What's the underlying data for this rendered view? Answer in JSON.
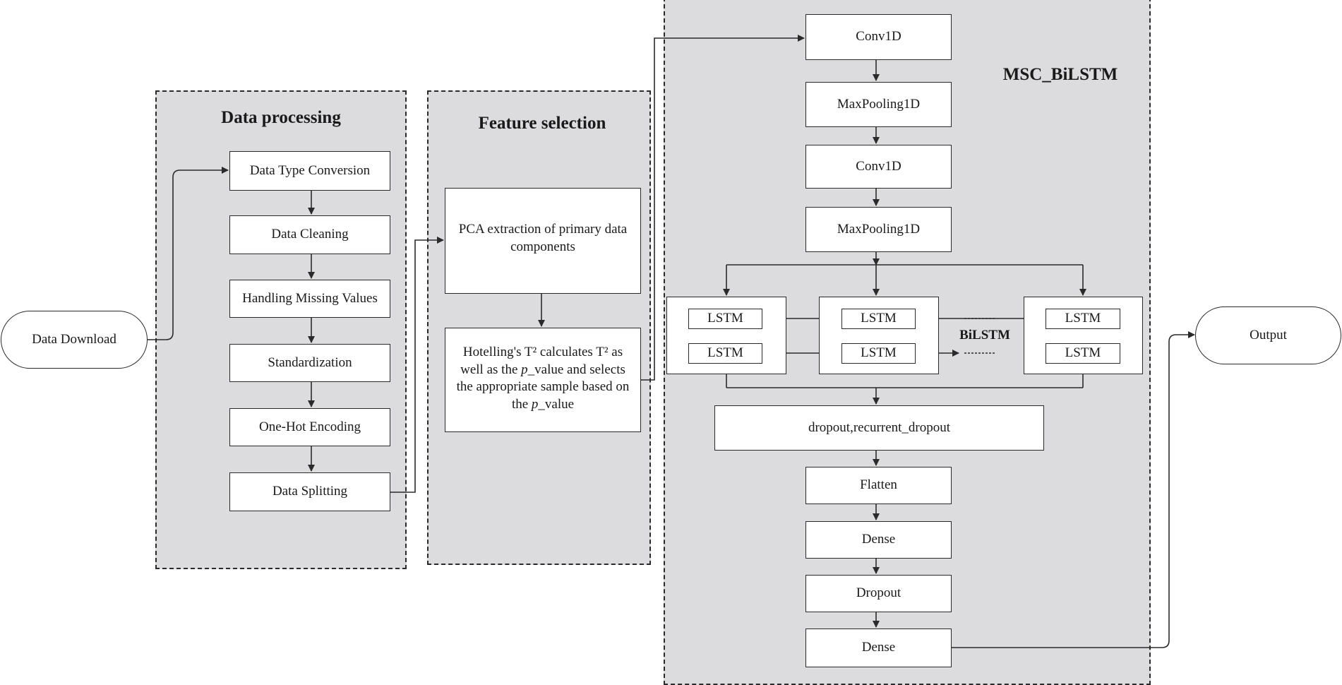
{
  "panels": {
    "data_processing": {
      "title": "Data processing"
    },
    "feature_selection": {
      "title": "Feature selection"
    },
    "msc_bilstm": {
      "title": "MSC_BiLSTM"
    }
  },
  "input": {
    "label": "Data Download"
  },
  "output": {
    "label": "Output"
  },
  "data_processing_steps": [
    "Data Type Conversion",
    "Data Cleaning",
    "Handling Missing Values",
    "Standardization",
    "One-Hot Encoding",
    "Data Splitting"
  ],
  "feature_selection_steps": {
    "pca": "PCA extraction of primary data components",
    "hotelling": {
      "part1": "Hotelling's T² calculates T² as well as the ",
      "italic1": "p",
      "part2": "_value and selects the appropriate sample based on the ",
      "italic2": "p",
      "part3": "_value"
    }
  },
  "model_layers": {
    "conv1": "Conv1D",
    "pool1": "MaxPooling1D",
    "conv2": "Conv1D",
    "pool2": "MaxPooling1D",
    "lstm": "LSTM",
    "bilstm": "BiLSTM",
    "dropout_recurrent": "dropout,recurrent_dropout",
    "flatten": "Flatten",
    "dense1": "Dense",
    "dropout": "Dropout",
    "dense2": "Dense"
  }
}
